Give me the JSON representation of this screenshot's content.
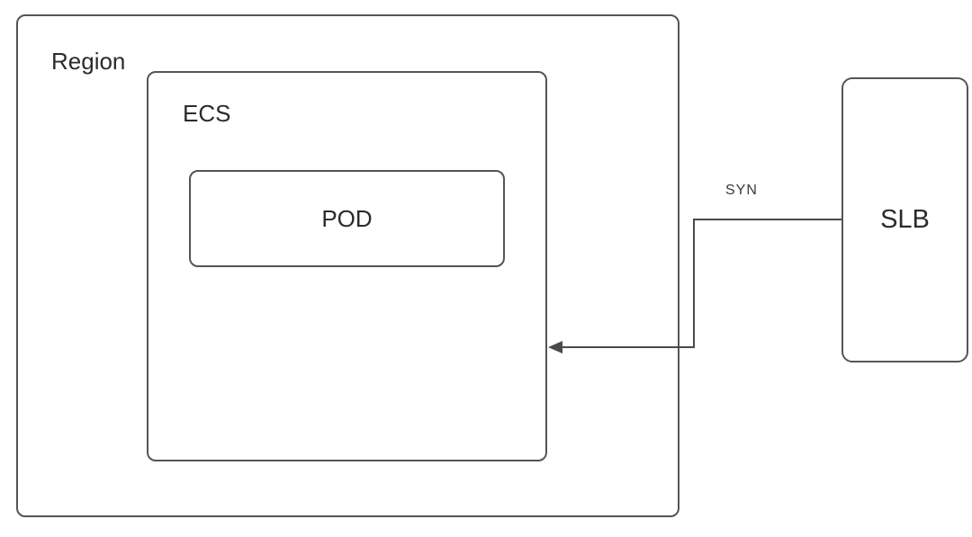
{
  "diagram": {
    "nodes": {
      "region": {
        "label": "Region"
      },
      "ecs": {
        "label": "ECS"
      },
      "pod": {
        "label": "POD"
      },
      "slb": {
        "label": "SLB"
      }
    },
    "edges": [
      {
        "label": "SYN",
        "from": "slb",
        "to": "ecs",
        "style": "elbow",
        "arrowhead": "at-ecs"
      }
    ]
  },
  "colors": {
    "background": "#ffffff",
    "box_border": "#555555",
    "arrow": "#4a4a4a",
    "text": "#2b2b2b"
  }
}
